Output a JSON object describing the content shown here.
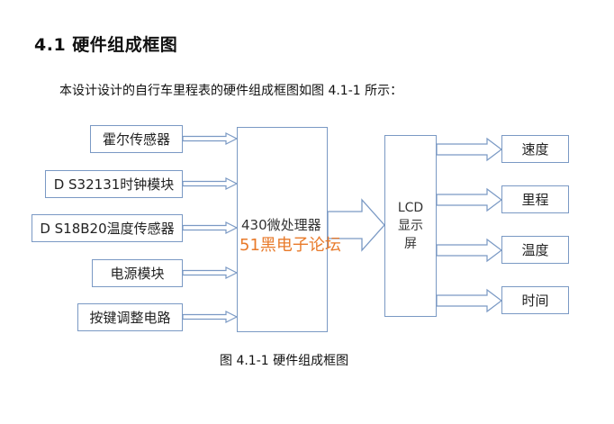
{
  "section_heading": "4.1  硬件组成框图",
  "intro_text": "本设计设计的自行车里程表的硬件组成框图如图 4.1-1 所示：",
  "figure_caption": "图 4.1-1  硬件组成框图",
  "diagram": {
    "inputs": [
      "霍尔传感器",
      "D S32131时钟模块",
      "D S18B20温度传感器",
      "电源模块",
      "按键调整电路"
    ],
    "processor": "430微处理器",
    "watermark": "51黑电子论坛",
    "display_lines": [
      "LCD",
      "显示",
      "屏"
    ],
    "outputs": [
      "速度",
      "里程",
      "温度",
      "时间"
    ],
    "colors": {
      "box_border": "#7a99c4",
      "arrow_stroke": "#7a99c4",
      "watermark": "#e87a2a"
    }
  }
}
